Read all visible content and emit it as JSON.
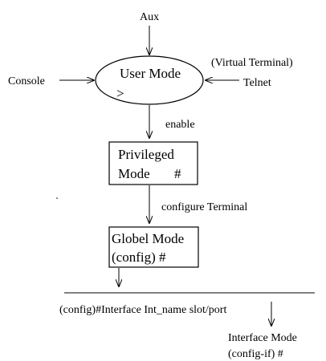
{
  "nodes": {
    "aux": "Aux",
    "console": "Console",
    "virtual_terminal": "(Virtual Terminal)",
    "telnet": "Telnet",
    "user_mode_title": "User Mode",
    "user_mode_prompt": ">",
    "privileged_line1": "Privileged",
    "privileged_line2": "Mode",
    "privileged_prompt": "#",
    "global_line1": "Globel Mode",
    "global_line2": "(config) #",
    "interface_mode_line1": "Interface Mode",
    "interface_mode_line2": "(config-if) #"
  },
  "edges": {
    "enable": "enable",
    "configure_terminal": "configure Terminal",
    "interface_command": "(config)#Interface Int_name slot/port"
  },
  "colors": {
    "ink": "#000000",
    "background": "#ffffff"
  }
}
